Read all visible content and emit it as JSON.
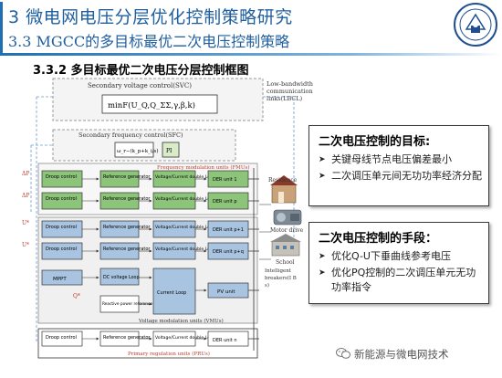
{
  "header": {
    "title": "3 微电网电压分层优化控制策略研究",
    "subtitle": "3.3 MGCC的多目标最优二次电压控制策略"
  },
  "section_title": "3.3.2 多目标最优二次电压分层控制框图",
  "diagram": {
    "svc_title": "Secondary voltage control(SVC)",
    "lbcl_label_1": "Low-bandwidth",
    "lbcl_label_2": "communication",
    "lbcl_label_3": "links(LBCL)",
    "objective": "minF(U_Q,Q_ΣΣ,γ,β,k)",
    "sfc_title": "Secondary frequency control(SFC)",
    "sfc_formula": "ω_r−(k_p+k_i/s)",
    "pi_label": "PI",
    "fmu_label": "Frequency modulation units (FMUs)",
    "vmu_label": "Voltage modulation units (VMUs)",
    "pru_label": "Primary regulation units (PRUs)",
    "droop": "Droop control",
    "refgen": "Reference generator",
    "vcloop": "Voltage/Current double Loop",
    "der_1": "DER unit 1",
    "der_p": "DER unit p",
    "der_p1": "DER unit p+1",
    "der_pq": "DER unit p+q",
    "der_n": "DER unit n",
    "mppt": "MPPT",
    "dc_loop": "DC voltage Loop",
    "current_loop": "Current Loop",
    "pv_unit": "PV unit",
    "reactive_ref": "Reactive power reference",
    "residence": "Residence",
    "motor_drive": "Motor drive",
    "school": "School",
    "breakers_1": "Intelligent",
    "breakers_2": "breakers(I B",
    "breakers_3": "s)",
    "delta_p": "ΔP",
    "u_ref": "U*",
    "q_ref": "Q*"
  },
  "goal_box": {
    "title": "二次电压控制的目标:",
    "items": [
      "关键母线节点电压偏差最小",
      "二次调压单元间无功功率经济分配"
    ]
  },
  "means_box": {
    "title": "二次电压控制的手段：",
    "items": [
      "优化Q-U下垂曲线参考电压",
      "优化PQ控制的二次调压单元无功功率指令"
    ]
  },
  "watermark": "新能源与微电网技术",
  "colors": {
    "title_blue": "#1f5f9f",
    "green_block": "#8cc47a",
    "blue_block": "#a8c4e0",
    "frame_gray": "#d9d9d9"
  }
}
